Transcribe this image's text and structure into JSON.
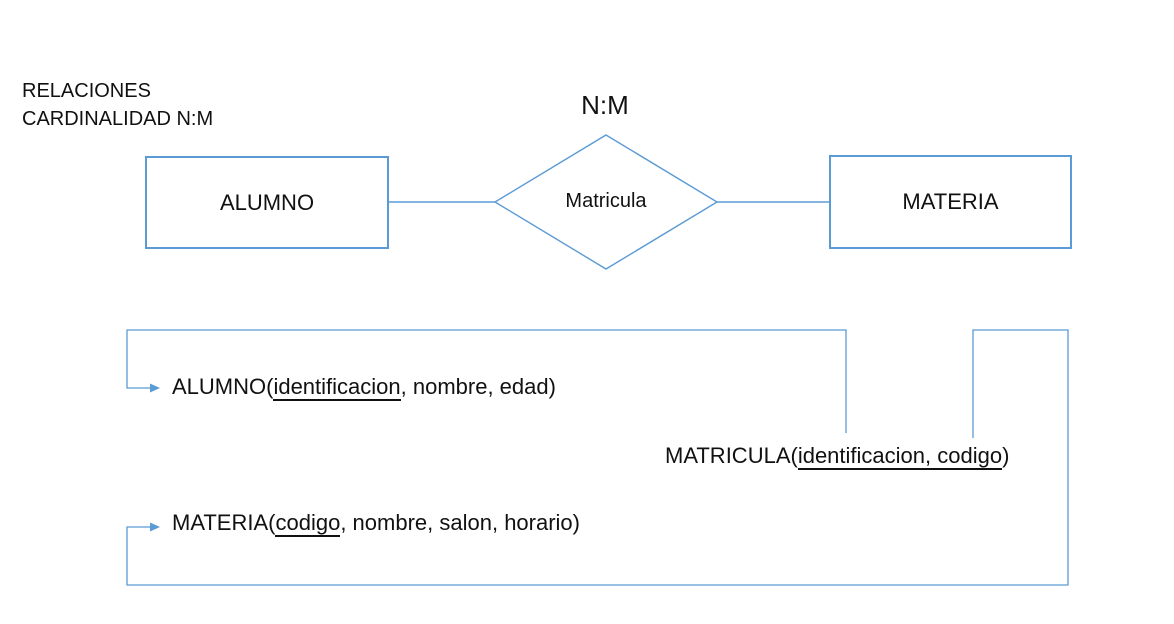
{
  "canvas": {
    "background_color": "#ffffff",
    "line_color": "#5b9bd5",
    "text_color": "#111111"
  },
  "header": {
    "title_line1": "RELACIONES",
    "title_line2": "CARDINALIDAD N:M"
  },
  "er_diagram": {
    "cardinality_label": "N:M",
    "entity_left": "ALUMNO",
    "relationship": "Matricula",
    "entity_right": "MATERIA"
  },
  "relational_schemas": {
    "alumno": {
      "prefix": "ALUMNO(",
      "primary_key": "identificacion",
      "suffix": ", nombre, edad)"
    },
    "matricula": {
      "prefix": "MATRICULA(",
      "primary_key": "identificacion, codigo",
      "suffix": ")"
    },
    "materia": {
      "prefix": "MATERIA(",
      "primary_key": "codigo",
      "suffix": ", nombre, salon, horario)"
    }
  }
}
